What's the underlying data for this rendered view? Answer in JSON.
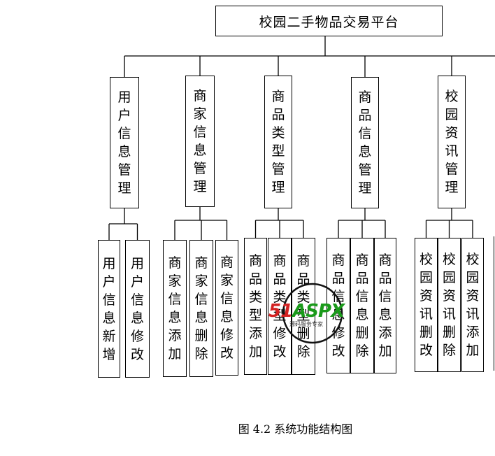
{
  "title": "校园二手物品交易平台",
  "modules": [
    {
      "name": "用户信息管理",
      "children": [
        "用户信息新增",
        "用户信息修改"
      ]
    },
    {
      "name": "商家信息管理",
      "children": [
        "商家信息添加",
        "商家信息删除",
        "商家信息修改"
      ]
    },
    {
      "name": "商品类型管理",
      "children": [
        "商品类型添加",
        "商品类型修改",
        "商品类型删除"
      ]
    },
    {
      "name": "商品信息管理",
      "children": [
        "商品信息修改",
        "商品信息删除",
        "商品信息添加"
      ]
    },
    {
      "name": "校园资讯管理",
      "children": [
        "校园资讯删改",
        "校园资讯删除",
        "校园资讯添加"
      ]
    }
  ],
  "caption": "图 4.2  系统功能结构图",
  "watermark": {
    "text": "51ASPX",
    "sub": "源码服务专家",
    "colors": {
      "five_one": "#d32222",
      "aspx": "#1a9a1a"
    }
  }
}
